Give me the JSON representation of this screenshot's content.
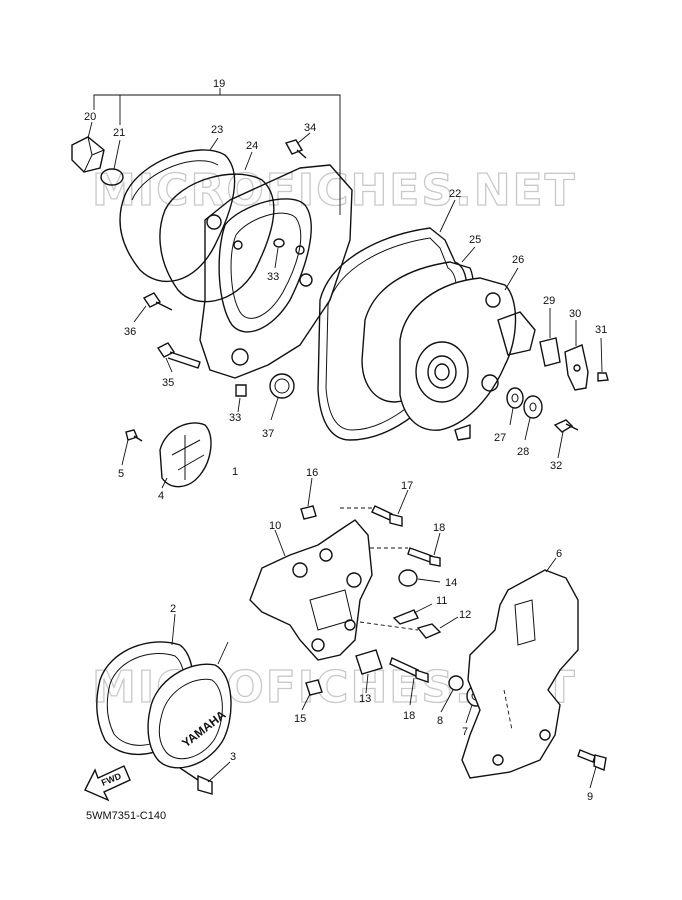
{
  "diagram": {
    "code": "5WM7351-C140",
    "watermark": "MICROFICHES.NET",
    "fwd_label": "FWD",
    "cover_logo": "YAMAHA",
    "callouts": [
      "1",
      "2",
      "3",
      "4",
      "5",
      "6",
      "7",
      "8",
      "9",
      "10",
      "11",
      "12",
      "13",
      "14",
      "15",
      "16",
      "17",
      "18",
      "18",
      "19",
      "20",
      "21",
      "22",
      "23",
      "24",
      "25",
      "26",
      "27",
      "28",
      "29",
      "30",
      "31",
      "32",
      "33",
      "33",
      "34",
      "35",
      "36",
      "37"
    ]
  }
}
